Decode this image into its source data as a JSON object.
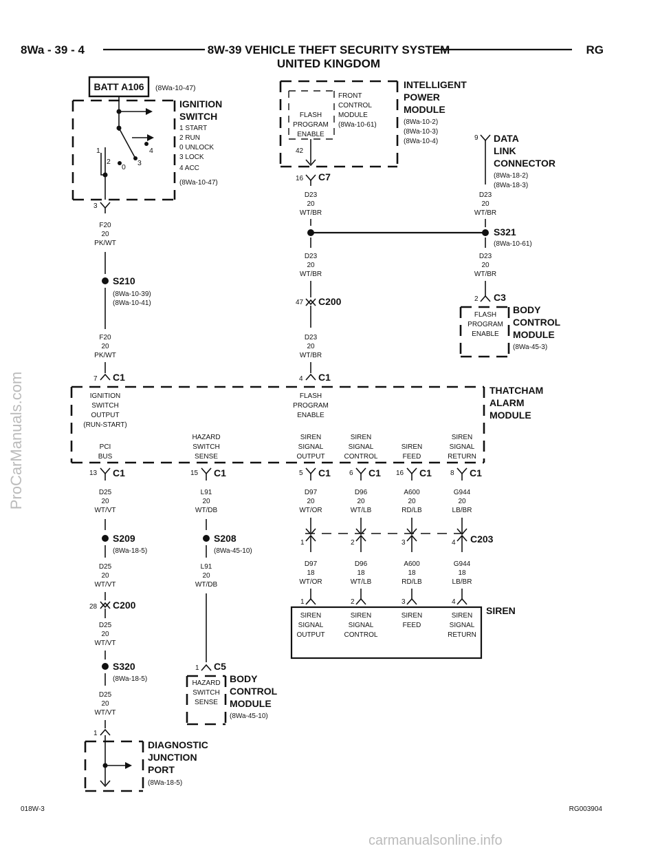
{
  "header": {
    "left": "8Wa - 39 - 4",
    "title_line1": "8W-39 VEHICLE THEFT SECURITY SYSTEM",
    "title_line2": "UNITED KINGDOM",
    "right": "RG"
  },
  "batt": {
    "label": "BATT A106",
    "ref": "(8Wa-10-47)"
  },
  "ignition_switch": {
    "name1": "IGNITION",
    "name2": "SWITCH",
    "positions": [
      "1 START",
      "2 RUN",
      "0 UNLOCK",
      "3 LOCK",
      "4 ACC"
    ],
    "ref": "(8Wa-10-47)",
    "pos_numbers": [
      "1",
      "2",
      "0",
      "3",
      "4"
    ],
    "pin": "3"
  },
  "ipm": {
    "name": [
      "INTELLIGENT",
      "POWER",
      "MODULE"
    ],
    "refs": [
      "(8Wa-10-2)",
      "(8Wa-10-3)",
      "(8Wa-10-4)"
    ],
    "inner_left": [
      "FLASH",
      "PROGRAM",
      "ENABLE"
    ],
    "inner_right": [
      "FRONT",
      "CONTROL",
      "MODULE",
      "(8Wa-10-61)"
    ],
    "pin": "42",
    "conn_pin": "16",
    "conn": "C7"
  },
  "dlc": {
    "name": [
      "DATA",
      "LINK",
      "CONNECTOR"
    ],
    "refs": [
      "(8Wa-18-2)",
      "(8Wa-18-3)"
    ],
    "pin": "9"
  },
  "wires": {
    "f20": [
      "F20",
      "20",
      "PK/WT"
    ],
    "d23": [
      "D23",
      "20",
      "WT/BR"
    ],
    "d25": [
      "D25",
      "20",
      "WT/VT"
    ],
    "l91": [
      "L91",
      "20",
      "WT/DB"
    ],
    "d97": [
      "D97",
      "20",
      "WT/OR"
    ],
    "d96": [
      "D96",
      "20",
      "WT/LB"
    ],
    "a600": [
      "A600",
      "20",
      "RD/LB"
    ],
    "g944": [
      "G944",
      "20",
      "LB/BR"
    ],
    "d97b": [
      "D97",
      "18",
      "WT/OR"
    ],
    "d96b": [
      "D96",
      "18",
      "WT/LB"
    ],
    "a600b": [
      "A600",
      "18",
      "RD/LB"
    ],
    "g944b": [
      "G944",
      "18",
      "LB/BR"
    ]
  },
  "splices": {
    "s210": {
      "name": "S210",
      "refs": [
        "(8Wa-10-39)",
        "(8Wa-10-41)"
      ]
    },
    "s321": {
      "name": "S321",
      "ref": "(8Wa-10-61)"
    },
    "s209": {
      "name": "S209",
      "ref": "(8Wa-18-5)"
    },
    "s208": {
      "name": "S208",
      "ref": "(8Wa-45-10)"
    },
    "s320": {
      "name": "S320",
      "ref": "(8Wa-18-5)"
    }
  },
  "c200_top": {
    "pin": "47",
    "name": "C200"
  },
  "bcm_top": {
    "name": [
      "BODY",
      "CONTROL",
      "MODULE"
    ],
    "ref": "(8Wa-45-3)",
    "inner": [
      "FLASH",
      "PROGRAM",
      "ENABLE"
    ],
    "pin": "2",
    "conn": "C3"
  },
  "thatcham": {
    "name": [
      "THATCHAM",
      "ALARM",
      "MODULE"
    ],
    "ign_out": [
      "IGNITION",
      "SWITCH",
      "OUTPUT",
      "(RUN-START)"
    ],
    "flash": [
      "FLASH",
      "PROGRAM",
      "ENABLE"
    ],
    "pci": [
      "PCI",
      "BUS"
    ],
    "hazard": [
      "HAZARD",
      "SWITCH",
      "SENSE"
    ],
    "siren_out": [
      "SIREN",
      "SIGNAL",
      "OUTPUT"
    ],
    "siren_ctrl": [
      "SIREN",
      "SIGNAL",
      "CONTROL"
    ],
    "siren_feed": [
      "SIREN",
      "FEED"
    ],
    "siren_ret": [
      "SIREN",
      "SIGNAL",
      "RETURN"
    ],
    "top_pins": [
      "7",
      "4"
    ],
    "bottom_pins": [
      "13",
      "15",
      "5",
      "6",
      "16",
      "8"
    ],
    "conn": "C1"
  },
  "c203": {
    "name": "C203",
    "pins": [
      "1",
      "2",
      "3",
      "4"
    ]
  },
  "c200_bottom": {
    "pin": "28",
    "name": "C200"
  },
  "siren": {
    "name": "SIREN",
    "pins": [
      "1",
      "2",
      "3",
      "4"
    ],
    "out": [
      "SIREN",
      "SIGNAL",
      "OUTPUT"
    ],
    "ctrl": [
      "SIREN",
      "SIGNAL",
      "CONTROL"
    ],
    "feed": [
      "SIREN",
      "FEED"
    ],
    "ret": [
      "SIREN",
      "SIGNAL",
      "RETURN"
    ]
  },
  "bcm_bottom": {
    "name": [
      "BODY",
      "CONTROL",
      "MODULE"
    ],
    "ref": "(8Wa-45-10)",
    "inner": [
      "HAZARD",
      "SWITCH",
      "SENSE"
    ],
    "pin": "1",
    "conn": "C5"
  },
  "djp": {
    "name": [
      "DIAGNOSTIC",
      "JUNCTION",
      "PORT"
    ],
    "ref": "(8Wa-18-5)",
    "pin": "1"
  },
  "footer": {
    "left": "018W-3",
    "right": "RG003904"
  },
  "watermarks": {
    "left": "ProCarManuals.com",
    "bottom": "carmanualsonline.info"
  }
}
